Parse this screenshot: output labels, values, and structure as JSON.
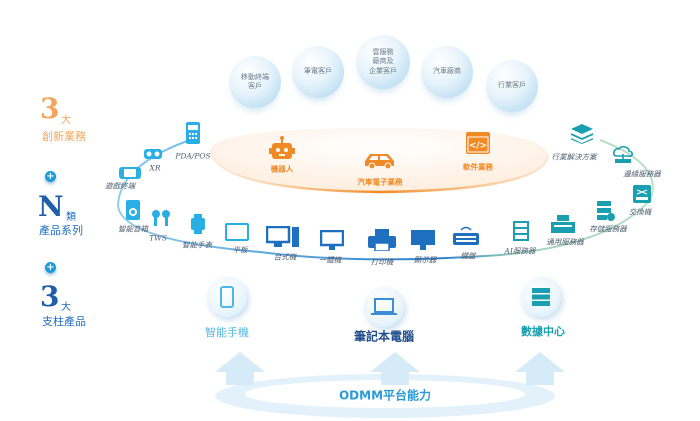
{
  "customers": [
    "移動終端\n客戶",
    "筆電客戶",
    "雲服務\n廠商及\n企業客戶",
    "汽車廠商",
    "行業客戶"
  ],
  "left": {
    "innov_num": "3",
    "innov_unit": "大",
    "innov_label": "創新業務",
    "plus": "+",
    "series_num": "N",
    "series_unit": "類",
    "series_label": "產品系列",
    "pillar_num": "3",
    "pillar_unit": "大",
    "pillar_label": "支柱產品"
  },
  "innovation": [
    {
      "label": "機器人",
      "icon": "robot-icon"
    },
    {
      "label": "汽車電子業務",
      "icon": "car-icon"
    },
    {
      "label": "軟件業務",
      "icon": "code-icon"
    }
  ],
  "products": [
    "PDA/POS",
    "XR",
    "遊戲終端",
    "智能音箱",
    "TWS",
    "智能手表",
    "平板",
    "台式機",
    "一體機",
    "打印機",
    "顯示器",
    "鍵盤",
    "AI服務器",
    "通用服務器",
    "存儲服務器",
    "交換機",
    "邊緣服務器",
    "行業解決方案"
  ],
  "pillars": [
    "智能手機",
    "筆記本電腦",
    "數據中心"
  ],
  "platform": "ODMM平台能力",
  "colors": {
    "orange": "#f08a24",
    "blue": "#1f6fc0",
    "cyan": "#29aee6",
    "teal": "#1a9fb0"
  }
}
